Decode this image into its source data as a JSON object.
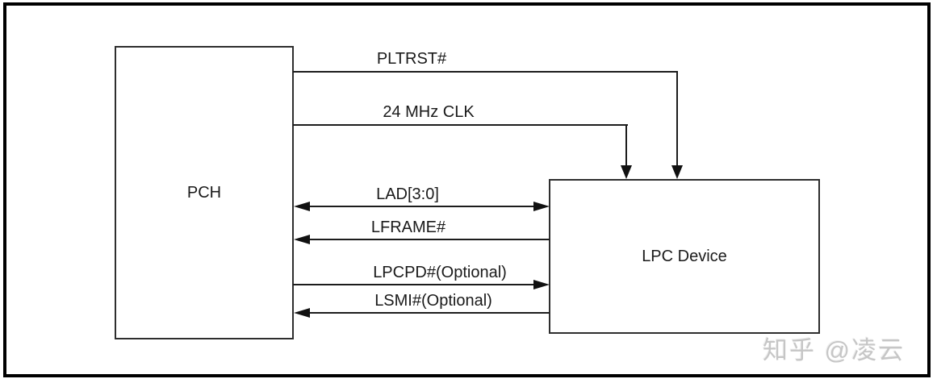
{
  "diagram": {
    "title_implied": "LPC Interface Diagram",
    "nodes": [
      {
        "id": "pch",
        "label": "PCH"
      },
      {
        "id": "lpc_device",
        "label": "LPC Device"
      }
    ],
    "signals": [
      {
        "label": "PLTRST#",
        "from": "PCH",
        "to": "LPC Device",
        "direction": "to-device",
        "route": "right-then-down"
      },
      {
        "label": "24 MHz CLK",
        "from": "PCH",
        "to": "LPC Device",
        "direction": "to-device",
        "route": "right-then-down"
      },
      {
        "label": "LAD[3:0]",
        "from": "PCH",
        "to": "LPC Device",
        "direction": "bidirectional",
        "route": "straight"
      },
      {
        "label": "LFRAME#",
        "from": "LPC Device",
        "to": "PCH",
        "direction": "to-pch",
        "route": "straight"
      },
      {
        "label": "LPCPD#(Optional)",
        "from": "PCH",
        "to": "LPC Device",
        "direction": "to-device",
        "route": "straight"
      },
      {
        "label": "LSMI#(Optional)",
        "from": "LPC Device",
        "to": "PCH",
        "direction": "to-pch",
        "route": "straight"
      }
    ]
  },
  "watermark": {
    "text": "知乎 @凌云"
  },
  "colors": {
    "frame": "#000000",
    "box_border": "#2e2e2e",
    "wire": "#1c1c1c",
    "text": "#1a1a1a",
    "watermark": "#c6c6c6",
    "background": "#ffffff"
  }
}
